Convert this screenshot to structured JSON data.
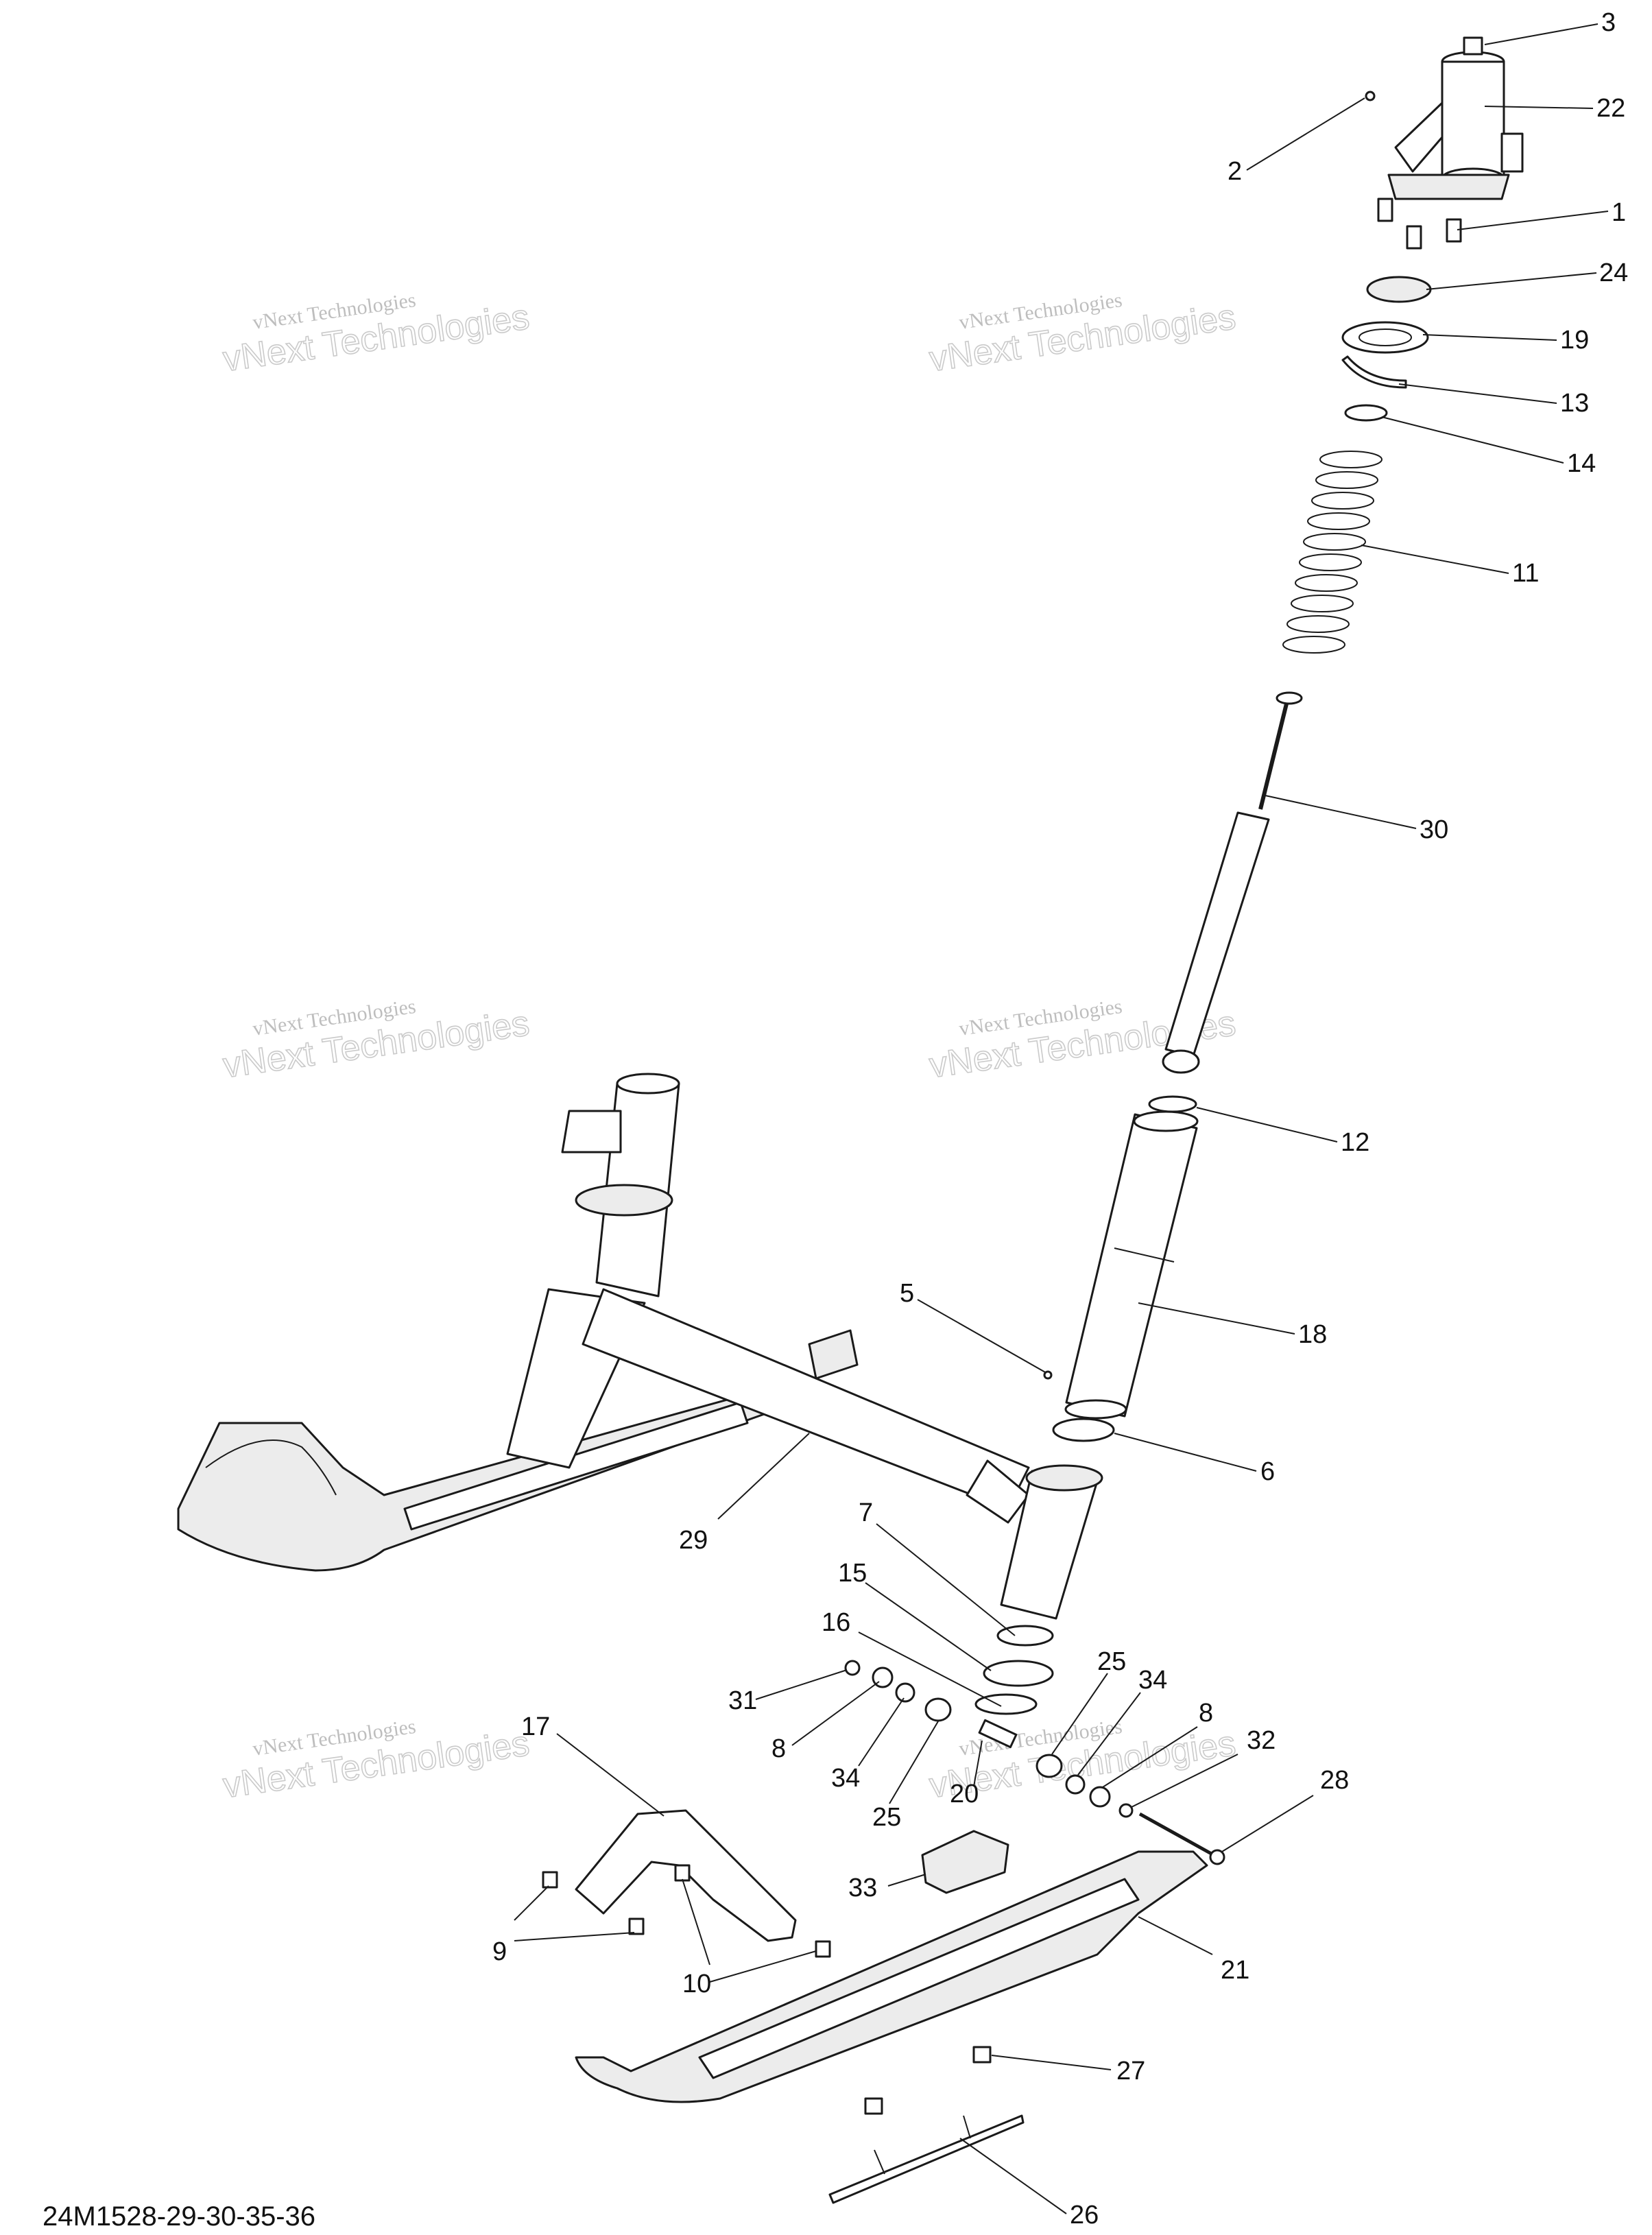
{
  "diagram_code": "24M1528-29-30-35-36",
  "watermark": {
    "line1": "vNext Technologies",
    "line2": "vNext Technologies"
  },
  "callouts": [
    {
      "id": "c3",
      "label": "3"
    },
    {
      "id": "c22",
      "label": "22"
    },
    {
      "id": "c2",
      "label": "2"
    },
    {
      "id": "c1",
      "label": "1"
    },
    {
      "id": "c24",
      "label": "24"
    },
    {
      "id": "c19",
      "label": "19"
    },
    {
      "id": "c13",
      "label": "13"
    },
    {
      "id": "c14",
      "label": "14"
    },
    {
      "id": "c11",
      "label": "11"
    },
    {
      "id": "c30",
      "label": "30"
    },
    {
      "id": "c12",
      "label": "12"
    },
    {
      "id": "c18",
      "label": "18"
    },
    {
      "id": "c5",
      "label": "5"
    },
    {
      "id": "c6",
      "label": "6"
    },
    {
      "id": "c29",
      "label": "29"
    },
    {
      "id": "c7",
      "label": "7"
    },
    {
      "id": "c15",
      "label": "15"
    },
    {
      "id": "c16",
      "label": "16"
    },
    {
      "id": "c31",
      "label": "31"
    },
    {
      "id": "c8a",
      "label": "8"
    },
    {
      "id": "c34a",
      "label": "34"
    },
    {
      "id": "c25a",
      "label": "25"
    },
    {
      "id": "c20",
      "label": "20"
    },
    {
      "id": "c25b",
      "label": "25"
    },
    {
      "id": "c34b",
      "label": "34"
    },
    {
      "id": "c8b",
      "label": "8"
    },
    {
      "id": "c32",
      "label": "32"
    },
    {
      "id": "c28",
      "label": "28"
    },
    {
      "id": "c17",
      "label": "17"
    },
    {
      "id": "c33",
      "label": "33"
    },
    {
      "id": "c9",
      "label": "9"
    },
    {
      "id": "c10",
      "label": "10"
    },
    {
      "id": "c21",
      "label": "21"
    },
    {
      "id": "c27",
      "label": "27"
    },
    {
      "id": "c26",
      "label": "26"
    }
  ]
}
